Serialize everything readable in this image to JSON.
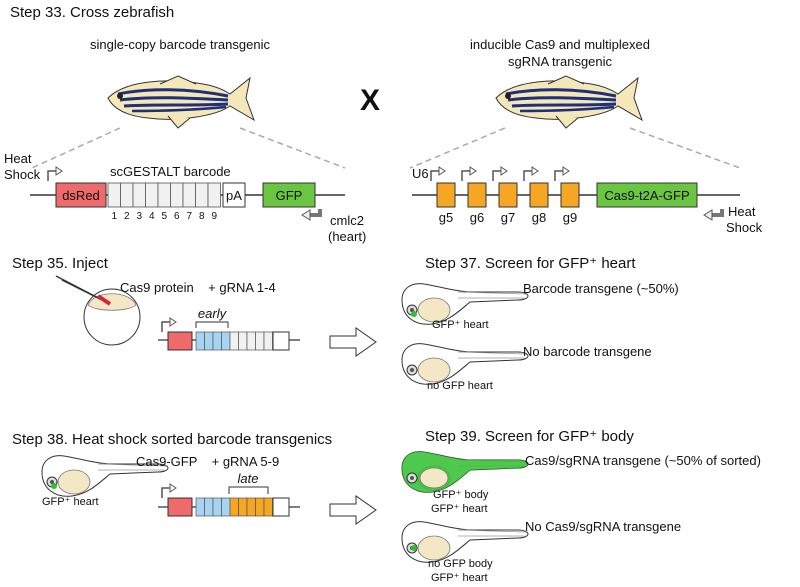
{
  "steps": {
    "s33": "Step 33. Cross zebrafish",
    "s35": "Step 35. Inject",
    "s37": "Step 37. Screen for GFP⁺ heart",
    "s38": "Step 38. Heat shock sorted barcode transgenics",
    "s39": "Step 39. Screen for GFP⁺ body"
  },
  "cross": {
    "left_title": "single-copy barcode transgenic",
    "right_title_1": "inducible Cas9 and multiplexed",
    "right_title_2": "sgRNA transgenic",
    "x_symbol": "X"
  },
  "barcode_construct": {
    "heat": "Heat",
    "shock": "Shock",
    "title": "scGESTALT barcode",
    "dsred": "dsRed",
    "target_numbers": [
      "1",
      "2",
      "3",
      "4",
      "5",
      "6",
      "7",
      "8",
      "9"
    ],
    "pa": "pA",
    "gfp": "GFP",
    "cmlc2": "cmlc2",
    "heart": "(heart)"
  },
  "cas9_construct": {
    "u6": "U6",
    "guides": [
      "g5",
      "g6",
      "g7",
      "g8",
      "g9"
    ],
    "cas9": "Cas9-t2A-GFP",
    "heat": "Heat",
    "shock": "Shock"
  },
  "inject": {
    "reagents": "Cas9 protein    + gRNA 1-4",
    "early": "early"
  },
  "screen_heart": {
    "result1": "Barcode transgene (~50%)",
    "label1": "GFP⁺ heart",
    "result2": "No barcode transgene",
    "label2": "no GFP heart"
  },
  "heat_shock": {
    "reagents": "Cas9-GFP    + gRNA 5-9",
    "late": "late",
    "fish_label": "GFP⁺ heart"
  },
  "screen_body": {
    "result1": "Cas9/sgRNA transgene (~50% of sorted)",
    "label1a": "GFP⁺ body",
    "label1b": "GFP⁺ heart",
    "result2": "No Cas9/sgRNA transgene",
    "label2a": "no GFP body",
    "label2b": "GFP⁺ heart"
  },
  "colors": {
    "dsred": "#ef6a6a",
    "gfp": "#6ac540",
    "guide": "#f5a623",
    "early": "#a7d4f2",
    "late": "#f5a623",
    "gfp_body": "#2fbf2f"
  }
}
